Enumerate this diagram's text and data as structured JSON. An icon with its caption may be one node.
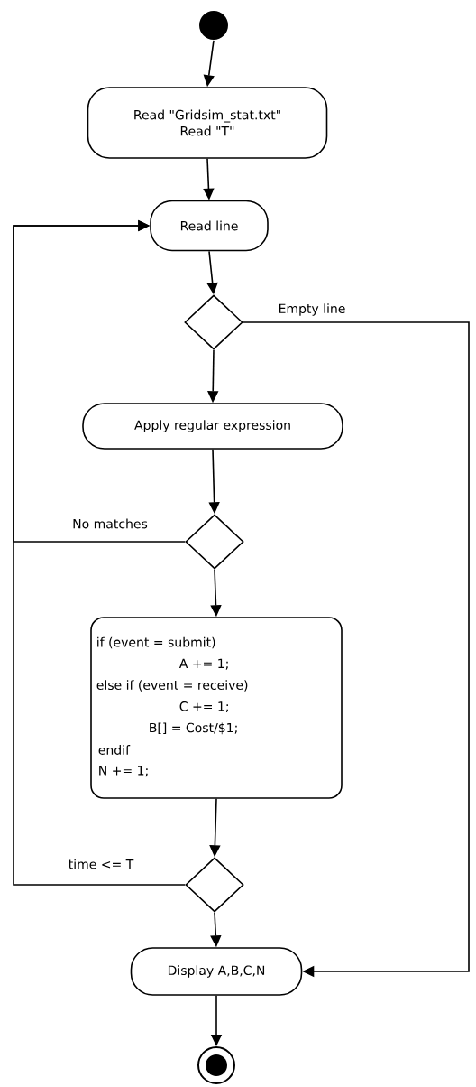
{
  "diagram": {
    "nodes": [
      {
        "text": [],
        "shape": "circle"
      },
      {
        "text": [
          "Read \"Gridsim_stat.txt\"",
          "Read \"T\""
        ]
      },
      {
        "text": [
          "Read line"
        ]
      },
      {
        "text": [],
        "shape": "diamond"
      },
      {
        "text": [
          "Apply regular expression"
        ]
      },
      {
        "text": [],
        "shape": "diamond"
      },
      {
        "text": [
          "if (event = submit)",
          "A += 1;",
          "else if (event = receive)",
          "C += 1;",
          "B[] = Cost/$1;",
          "endif",
          "N += 1;"
        ]
      },
      {
        "text": [],
        "shape": "diamond"
      },
      {
        "text": [
          "Display A,B,C,N"
        ]
      },
      {
        "text": [],
        "shape": "bullseye"
      }
    ],
    "edges": [
      {
        "from": 0,
        "to": 1,
        "arrow": "to"
      },
      {
        "from": 1,
        "to": 2,
        "arrow": "to"
      },
      {
        "from": 2,
        "to": 3,
        "arrow": "to"
      },
      {
        "from": 3,
        "to": 8,
        "arrow": "to",
        "label": "Empty line"
      },
      {
        "from": 3,
        "to": 4,
        "arrow": "to"
      },
      {
        "from": 4,
        "to": 5,
        "arrow": "to"
      },
      {
        "from": 5,
        "to": 2,
        "arrow": "to",
        "label": "No matches"
      },
      {
        "from": 5,
        "to": 6,
        "arrow": "to"
      },
      {
        "from": 6,
        "to": 7,
        "arrow": "to"
      },
      {
        "from": 7,
        "to": 2,
        "arrow": "to",
        "label": "time <= T"
      },
      {
        "from": 7,
        "to": 8,
        "arrow": "to"
      },
      {
        "from": 8,
        "to": 9,
        "arrow": "to"
      }
    ]
  }
}
